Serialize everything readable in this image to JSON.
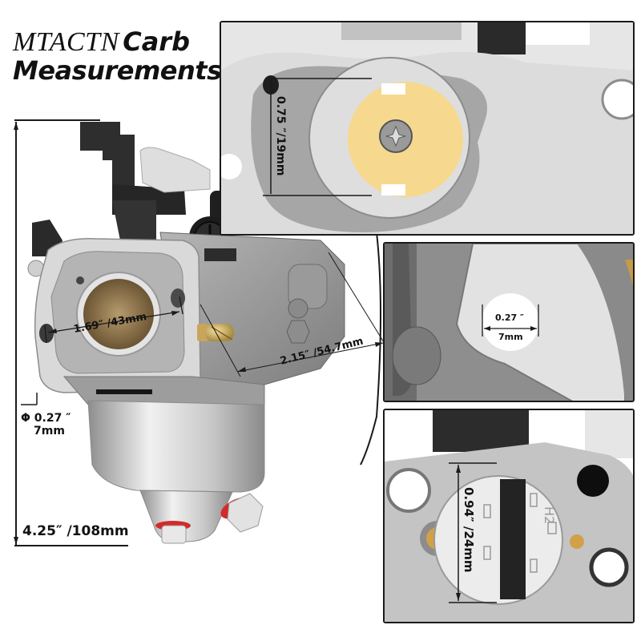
{
  "title": {
    "brand": "MTACTN",
    "word2": "Carb",
    "line2": "Measurements"
  },
  "main_view": {
    "height_label": "4.25″ /108mm",
    "inlet_diameter": {
      "symbol": "Φ",
      "inches": "0.27 ″",
      "mm": "7mm"
    },
    "bolt_spacing_label": "1.69″ /43mm",
    "depth_label": "2.15″ /54.7mm"
  },
  "detail_panels": {
    "top": {
      "label": "0.75 ″/19mm"
    },
    "middle": {
      "inches": "0.27 ″",
      "mm": "7mm"
    },
    "bottom": {
      "label": "0.94″ /24mm",
      "part_marking": "H2"
    }
  },
  "colors": {
    "brass": "#e9c978",
    "throttle_plate": "#f6d98e",
    "aluminum": "#c9c9c9",
    "dark_plastic": "#2b2b2b",
    "gasket_red": "#d32a2a",
    "outline": "#1a1a1a"
  }
}
